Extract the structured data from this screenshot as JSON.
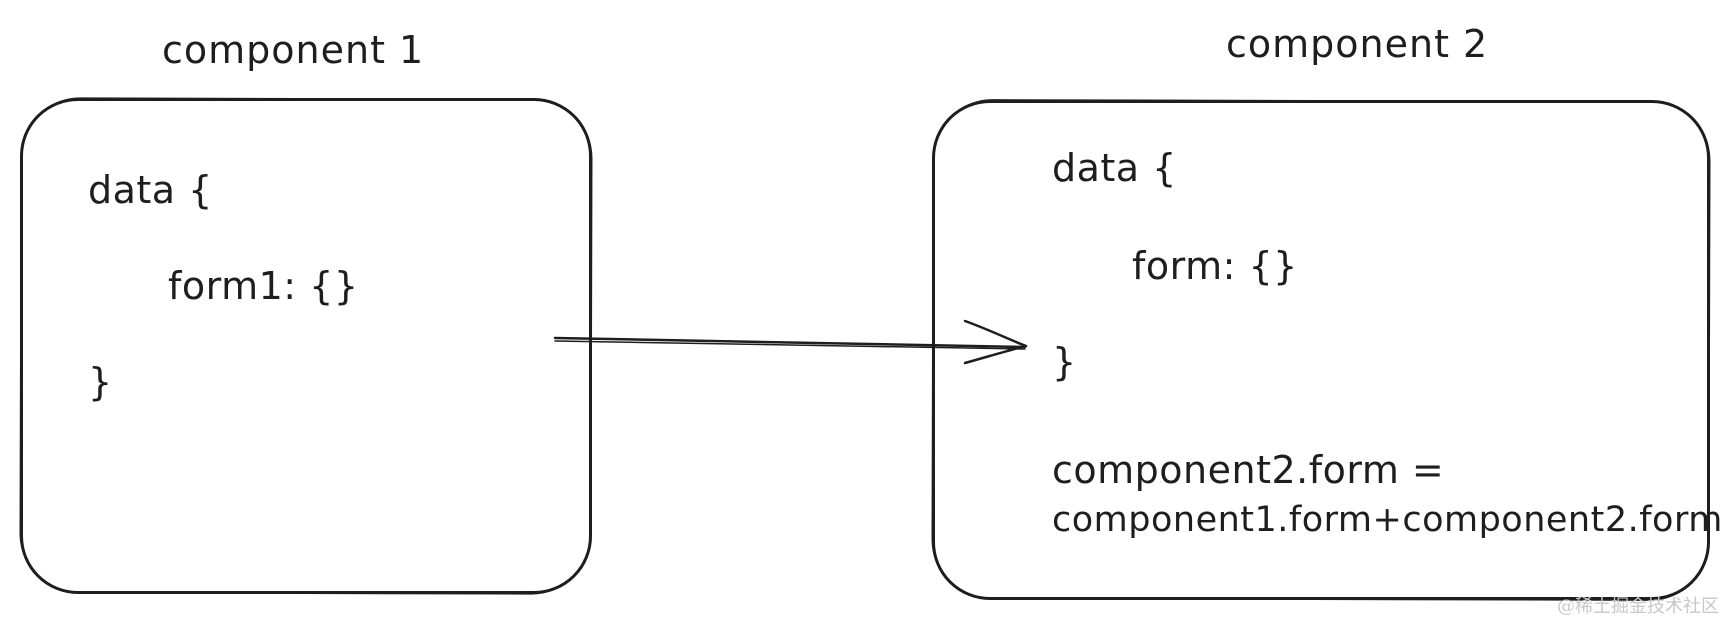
{
  "component1": {
    "title": "component 1",
    "lines": [
      "data {",
      "form1: {}",
      "}"
    ]
  },
  "component2": {
    "title": "component 2",
    "lines": [
      "data {",
      "form: {}",
      "}"
    ],
    "formula_line1": "component2.form =",
    "formula_line2": "component1.form+component2.form"
  },
  "watermark": "@稀土掘金技术社区",
  "colors": {
    "stroke": "#1e1e1e",
    "watermark": "#c8c8c8"
  }
}
